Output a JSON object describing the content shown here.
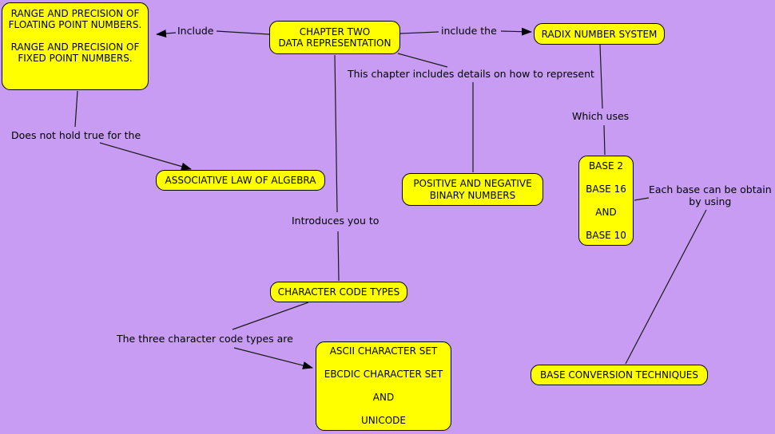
{
  "diagram_title": "Concept map: Chapter Two - Data Representation",
  "colors": {
    "background": "#C79CF2",
    "node_fill": "#FFFF00",
    "node_border": "#000000",
    "text": "#000000",
    "connector": "#1A1A1A"
  },
  "nodes": {
    "range_precision": {
      "label": "RANGE AND PRECISION OF\nFLOATING POINT NUMBERS.\n\nRANGE AND PRECISION OF\nFIXED POINT NUMBERS."
    },
    "chapter_two": {
      "label": "CHAPTER TWO\nDATA REPRESENTATION"
    },
    "radix_number_system": {
      "label": "RADIX NUMBER SYSTEM"
    },
    "associative_law": {
      "label": "ASSOCIATIVE LAW OF ALGEBRA"
    },
    "positive_negative_binary": {
      "label": "POSITIVE AND NEGATIVE\nBINARY NUMBERS"
    },
    "bases": {
      "label": "BASE 2\n\nBASE 16\n\nAND\n\nBASE 10"
    },
    "character_code_types": {
      "label": "CHARACTER CODE TYPES"
    },
    "ascii_set": {
      "label": "ASCII CHARACTER SET\n\nEBCDIC CHARACTER SET\n\nAND\n\nUNICODE"
    },
    "base_conversion": {
      "label": "BASE CONVERSION TECHNIQUES"
    }
  },
  "edges": [
    {
      "from": "chapter_two",
      "label": "Include",
      "to": "range_precision",
      "arrow": true
    },
    {
      "from": "chapter_two",
      "label": "include the",
      "to": "radix_number_system",
      "arrow": true
    },
    {
      "from": "chapter_two",
      "label": "This chapter includes details on how to represent",
      "to": "positive_negative_binary",
      "arrow": false
    },
    {
      "from": "radix_number_system",
      "label": "Which uses",
      "to": "bases",
      "arrow": false
    },
    {
      "from": "range_precision",
      "label": "Does not hold true for the",
      "to": "associative_law",
      "arrow": true
    },
    {
      "from": "chapter_two",
      "label": "Introduces you to",
      "to": "character_code_types",
      "arrow": false
    },
    {
      "from": "bases",
      "label": "Each base can be obtain\nby using",
      "to": "base_conversion",
      "arrow": false
    },
    {
      "from": "character_code_types",
      "label": "The three character code types are",
      "to": "ascii_set",
      "arrow": true
    }
  ]
}
